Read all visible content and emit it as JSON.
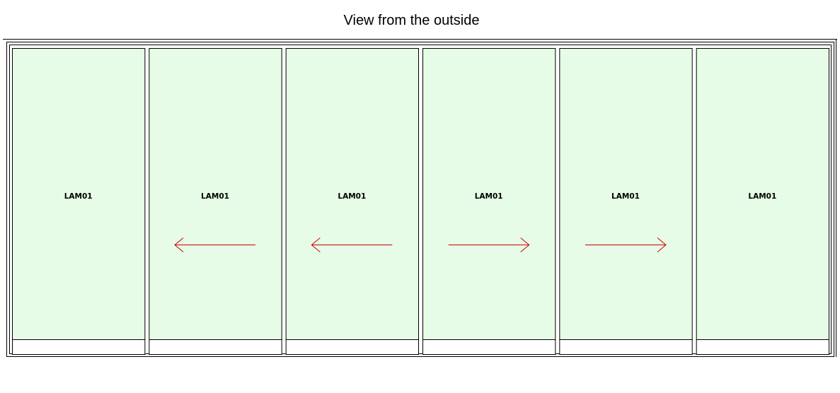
{
  "title": "View from the outside",
  "colors": {
    "glass": "#e6fce6",
    "frame": "#000000",
    "arrow": "#cc0000",
    "background": "#ffffff"
  },
  "panels": [
    {
      "label": "LAM01",
      "direction": "none"
    },
    {
      "label": "LAM01",
      "direction": "left"
    },
    {
      "label": "LAM01",
      "direction": "left"
    },
    {
      "label": "LAM01",
      "direction": "right"
    },
    {
      "label": "LAM01",
      "direction": "right"
    },
    {
      "label": "LAM01",
      "direction": "none"
    }
  ]
}
